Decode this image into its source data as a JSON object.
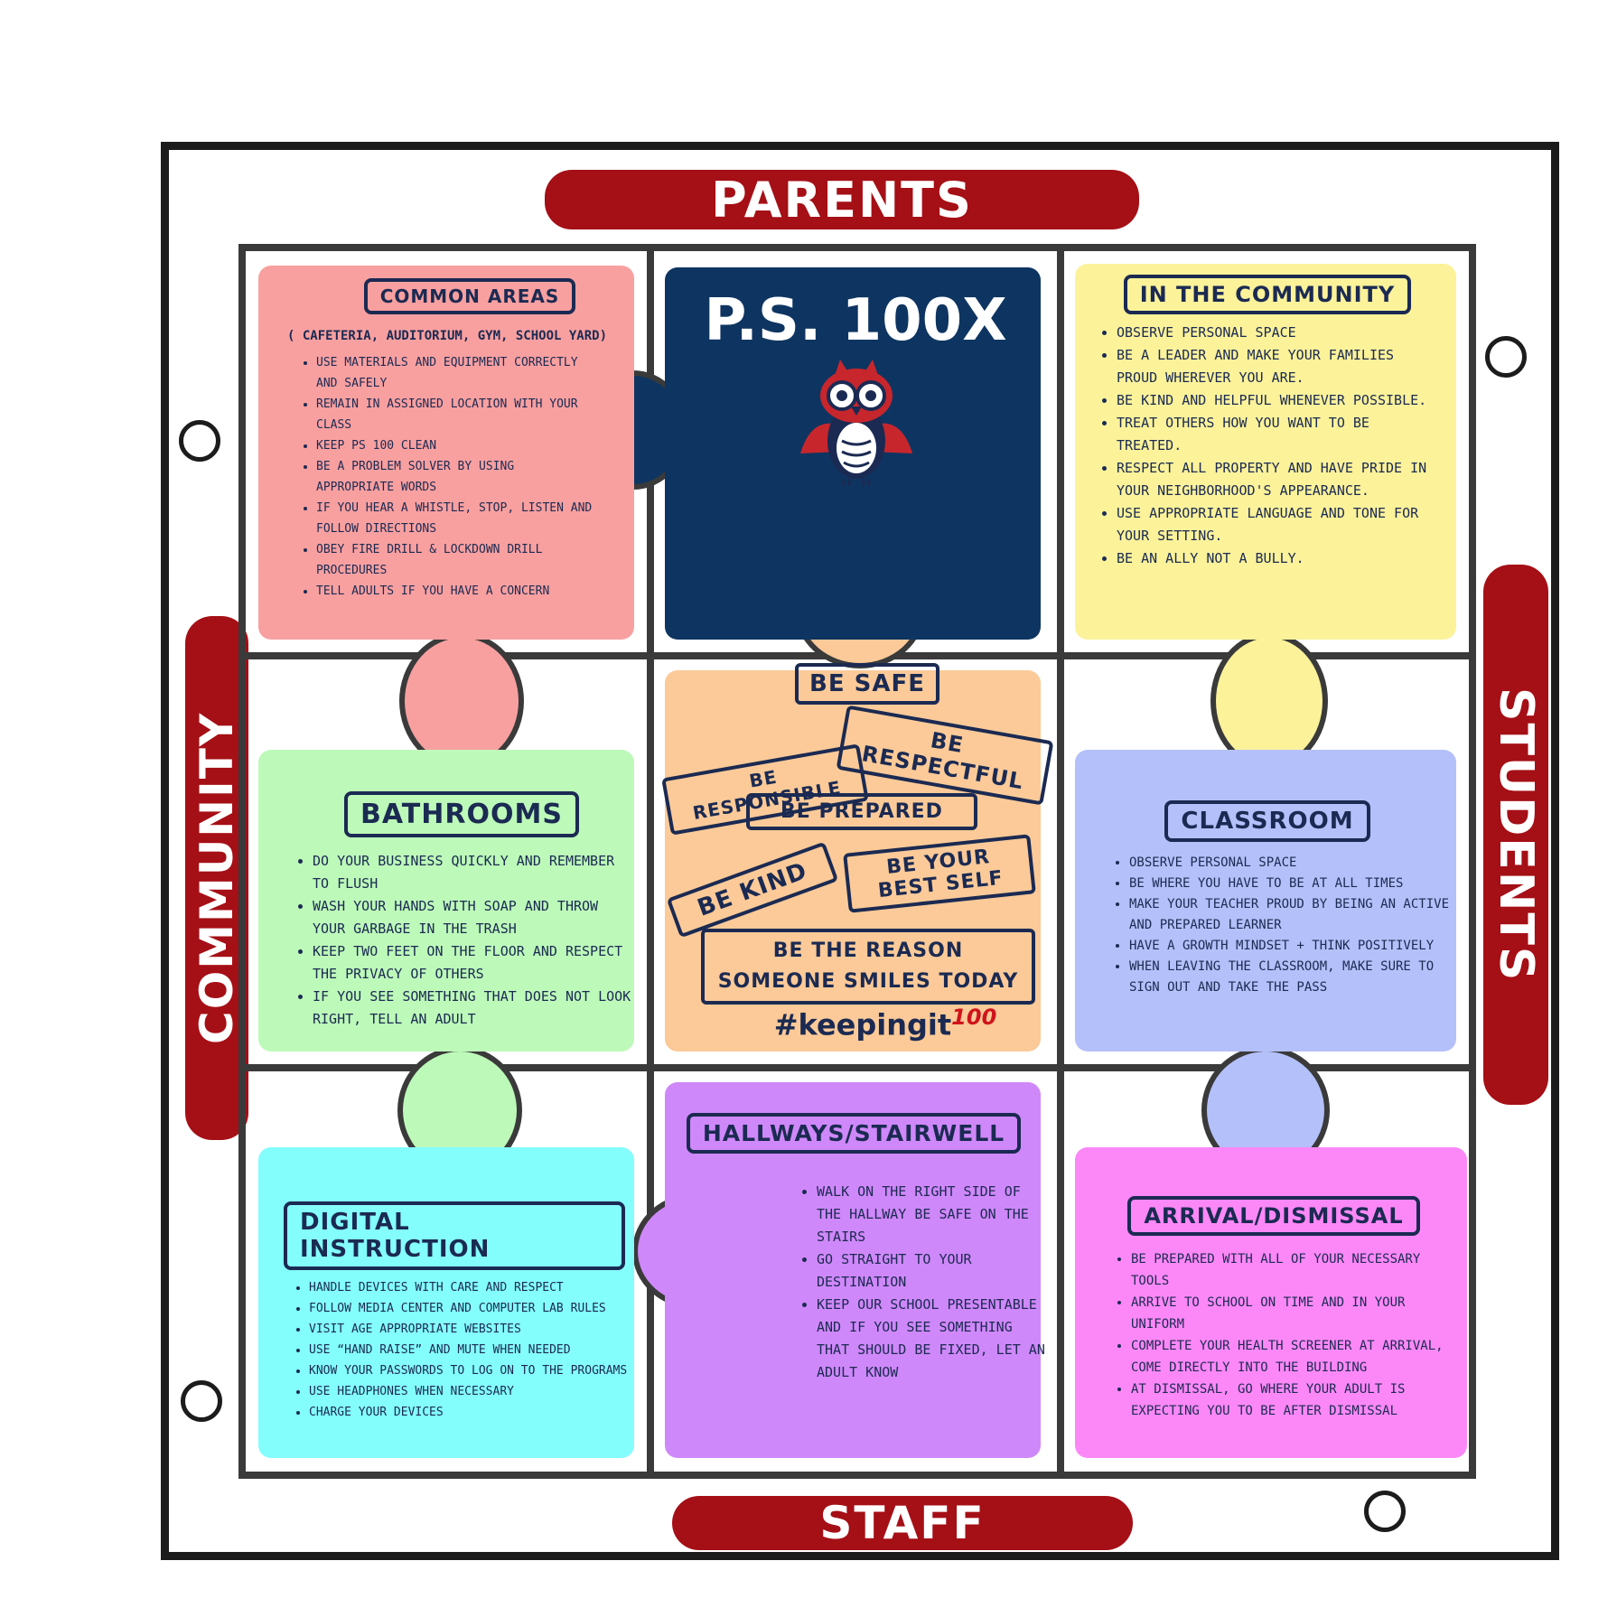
{
  "banners": {
    "top": "PARENTS",
    "bottom": "STAFF",
    "left": "COMMUNITY",
    "right": "STUDENTS"
  },
  "colors": {
    "banner": "#a50f16",
    "common_areas": "#f8a0a0",
    "center_top": "#0e3561",
    "in_the_community": "#fbf29a",
    "bathrooms": "#bdf9b9",
    "center": "#fbca98",
    "classroom": "#b4c0f9",
    "digital_instruction": "#84fdfd",
    "hallways": "#cf88f9",
    "arrival_dismissal": "#fc88f7"
  },
  "center_top": {
    "school_name": "P.S. 100X",
    "logo_icon": "owl-icon"
  },
  "common_areas": {
    "title": "COMMON AREAS",
    "subtitle": "( CAFETERIA, AUDITORIUM, GYM, SCHOOL YARD)",
    "rules": [
      "Use materials and equipment correctly and safely",
      "Remain in assigned location with your class",
      "Keep PS 100 clean",
      "Be a problem solver by using appropriate words",
      "If you hear a whistle, stop, listen and follow directions",
      "Obey fire drill & lockdown drill procedures",
      "Tell adults if you have a concern"
    ]
  },
  "in_the_community": {
    "title": "IN THE COMMUNITY",
    "rules": [
      "Observe personal space",
      "Be a leader and make your families proud wherever you are.",
      "Be kind and helpful whenever possible.",
      "Treat others how you want to be treated.",
      "Respect all property and have pride in your neighborhood's appearance.",
      "Use appropriate language and tone for your setting.",
      "Be an ally not a bully."
    ]
  },
  "bathrooms": {
    "title": "BATHROOMS",
    "rules": [
      "Do your business quickly and remember to flush",
      "Wash your hands with soap and throw your garbage in the trash",
      "Keep two feet on the floor and respect the privacy of others",
      "If you see something that does not look right, tell an adult"
    ]
  },
  "center": {
    "values": [
      "BE SAFE",
      "BE RESPECTFUL",
      "BE RESPONSIBLE",
      "BE PREPARED",
      "BE KIND",
      "BE YOUR BEST SELF",
      "BE THE REASON SOMEONE SMILES TODAY"
    ],
    "hashtag": "#keepingit",
    "hashtag_emoji": "100"
  },
  "classroom": {
    "title": "CLASSROOM",
    "rules": [
      "Observe personal space",
      "Be where you have to be at all times",
      "Make your teacher proud by being an active and prepared learner",
      "Have a growth mindset + think positively",
      "When leaving the classroom, make sure to sign out and take the pass"
    ]
  },
  "digital_instruction": {
    "title": "DIGITAL INSTRUCTION",
    "rules": [
      "Handle devices with care and respect",
      "Follow media center and computer lab rules",
      "Visit age appropriate websites",
      "Use “hand raise” and mute when needed",
      "Know your passwords to log on to the programs",
      "Use headphones when necessary",
      "Charge your devices"
    ]
  },
  "hallways": {
    "title": "HALLWAYS/STAIRWELL",
    "rules": [
      "Walk on the right side of the hallway be safe on the stairs",
      "Go straight to your destination",
      "Keep our school presentable and if you see something that should be fixed, let an adult know"
    ]
  },
  "arrival_dismissal": {
    "title": "ARRIVAL/DISMISSAL",
    "rules": [
      "Be prepared with all of your necessary tools",
      "Arrive to school on time and in your uniform",
      "Complete your health screener at arrival, come directly into the building",
      "At dismissal, go where your adult is expecting you to be after dismissal"
    ]
  }
}
